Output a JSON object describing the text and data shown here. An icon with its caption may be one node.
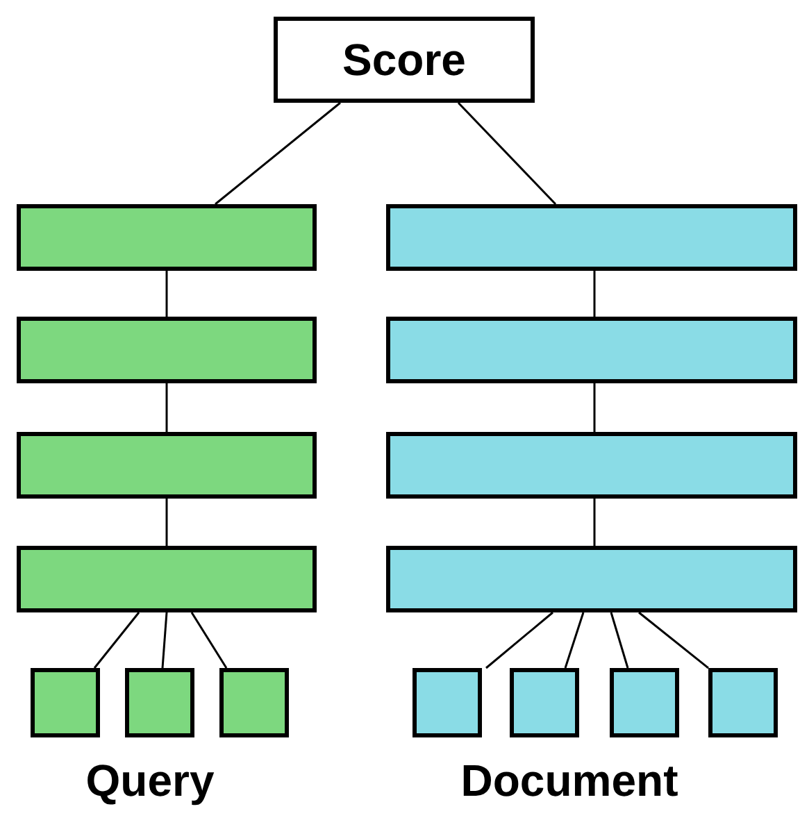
{
  "diagram": {
    "nodes": [
      {
        "text": [
          "Score"
        ]
      },
      {
        "text": [],
        "shape": "bar"
      },
      {
        "text": [],
        "shape": "bar"
      },
      {
        "text": [],
        "shape": "bar"
      },
      {
        "text": [],
        "shape": "bar"
      },
      {
        "text": [],
        "shape": "bar"
      },
      {
        "text": [],
        "shape": "bar"
      },
      {
        "text": [],
        "shape": "bar"
      },
      {
        "text": [],
        "shape": "bar"
      },
      {
        "text": [],
        "shape": "box"
      },
      {
        "text": [],
        "shape": "box"
      },
      {
        "text": [],
        "shape": "box"
      },
      {
        "text": [],
        "shape": "box"
      },
      {
        "text": [],
        "shape": "box"
      },
      {
        "text": [],
        "shape": "box"
      },
      {
        "text": [],
        "shape": "box"
      }
    ],
    "edges": [
      {
        "from": 0,
        "to": 1,
        "arrow": "none"
      },
      {
        "from": 0,
        "to": 5,
        "arrow": "none"
      },
      {
        "from": 1,
        "to": 2,
        "arrow": "none"
      },
      {
        "from": 2,
        "to": 3,
        "arrow": "none"
      },
      {
        "from": 3,
        "to": 4,
        "arrow": "none"
      },
      {
        "from": 5,
        "to": 6,
        "arrow": "none"
      },
      {
        "from": 6,
        "to": 7,
        "arrow": "none"
      },
      {
        "from": 7,
        "to": 8,
        "arrow": "none"
      },
      {
        "from": 4,
        "to": 9,
        "arrow": "none"
      },
      {
        "from": 4,
        "to": 10,
        "arrow": "none"
      },
      {
        "from": 4,
        "to": 11,
        "arrow": "none"
      },
      {
        "from": 8,
        "to": 12,
        "arrow": "none"
      },
      {
        "from": 8,
        "to": 13,
        "arrow": "none"
      },
      {
        "from": 8,
        "to": 14,
        "arrow": "none"
      },
      {
        "from": 8,
        "to": 15,
        "arrow": "none"
      }
    ],
    "labels": [
      "Query",
      "Document"
    ]
  }
}
